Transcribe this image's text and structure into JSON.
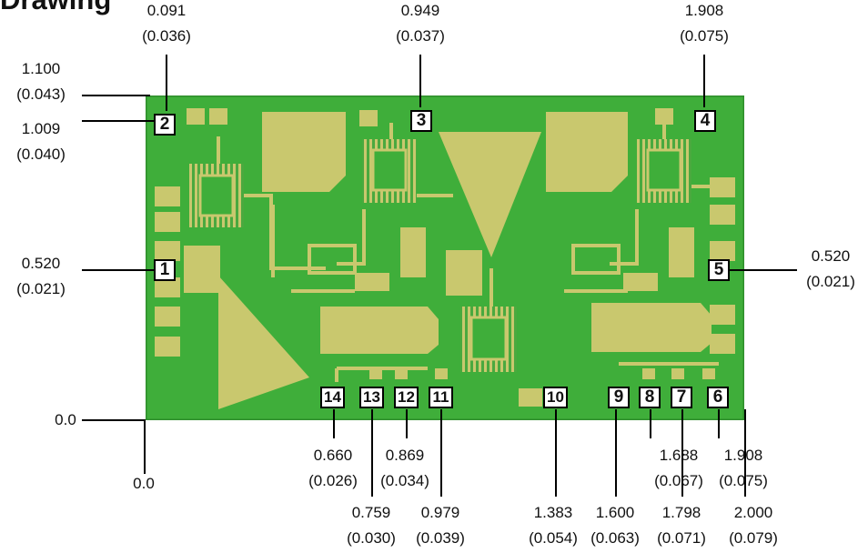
{
  "title": "Drawing",
  "pads": [
    "1",
    "2",
    "3",
    "4",
    "5",
    "6",
    "7",
    "8",
    "9",
    "10",
    "11",
    "12",
    "13",
    "14"
  ],
  "top_dims": [
    {
      "mm": "0.091",
      "in": "(0.036)"
    },
    {
      "mm": "0.949",
      "in": "(0.037)"
    },
    {
      "mm": "1.908",
      "in": "(0.075)"
    }
  ],
  "left_dims": [
    {
      "mm": "1.100",
      "in": "(0.043)"
    },
    {
      "mm": "1.009",
      "in": "(0.040)"
    },
    {
      "mm": "0.520",
      "in": "(0.021)"
    }
  ],
  "right_dims": [
    {
      "mm": "0.520",
      "in": "(0.021)"
    }
  ],
  "origin": {
    "y": "0.0",
    "x": "0.0"
  },
  "bottom_dims_row1": [
    {
      "mm": "0.660",
      "in": "(0.026)"
    },
    {
      "mm": "0.869",
      "in": "(0.034)"
    },
    {
      "mm": "1.688",
      "in": "(0.067)"
    },
    {
      "mm": "1.908",
      "in": "(0.075)"
    }
  ],
  "bottom_dims_row2": [
    {
      "mm": "0.759",
      "in": "(0.030)"
    },
    {
      "mm": "0.979",
      "in": "(0.039)"
    },
    {
      "mm": "1.383",
      "in": "(0.054)"
    },
    {
      "mm": "1.600",
      "in": "(0.063)"
    },
    {
      "mm": "1.798",
      "in": "(0.071)"
    },
    {
      "mm": "2.000",
      "in": "(0.079)"
    }
  ],
  "colors": {
    "substrate": "#3fae3a",
    "substrate_edge": "#2f8f2c",
    "gold": "#c9c86e",
    "gold_dark": "#9c9a45",
    "label_bg": "#ffffff"
  }
}
